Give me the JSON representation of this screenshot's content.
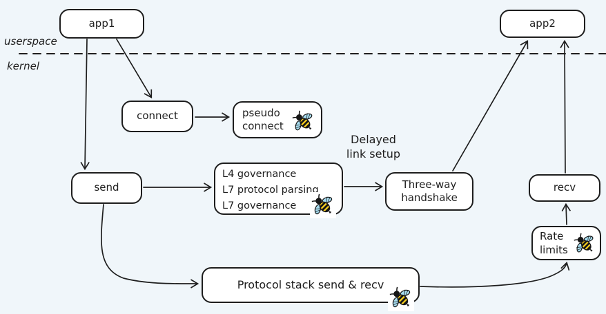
{
  "canvas": {
    "background_color": "#f0f6fa",
    "stroke_color": "#1e1e1e",
    "node_fill_color": "#ffffff",
    "bee_yellow": "#ffd21e",
    "bee_wing_blue": "#a8ddf0"
  },
  "layers": {
    "userspace_label": "userspace",
    "kernel_label": "kernel"
  },
  "nodes": {
    "app1": {
      "label": "app1"
    },
    "app2": {
      "label": "app2"
    },
    "connect": {
      "label": "connect"
    },
    "pseudo_connect": {
      "lines": [
        "pseudo",
        "connect"
      ],
      "has_bee": true
    },
    "send": {
      "label": "send"
    },
    "governance": {
      "lines": [
        "L4 governance",
        "L7 protocol parsing",
        "L7 governance"
      ],
      "has_bee": true
    },
    "three_way_handshake": {
      "lines": [
        "Three-way",
        "handshake"
      ]
    },
    "recv": {
      "label": "recv"
    },
    "rate_limits": {
      "lines": [
        "Rate",
        "limits"
      ],
      "has_bee": true
    },
    "protocol_stack": {
      "label": "Protocol stack send & recv",
      "has_bee": true
    }
  },
  "annotations": {
    "delayed_link_setup": {
      "lines": [
        "Delayed",
        "link setup"
      ]
    }
  },
  "edges": [
    {
      "from": "app1",
      "to": "send"
    },
    {
      "from": "app1",
      "to": "connect"
    },
    {
      "from": "connect",
      "to": "pseudo_connect"
    },
    {
      "from": "send",
      "to": "governance"
    },
    {
      "from": "governance",
      "to": "three_way_handshake"
    },
    {
      "from": "three_way_handshake",
      "to": "app2"
    },
    {
      "from": "recv",
      "to": "app2"
    },
    {
      "from": "rate_limits",
      "to": "recv"
    },
    {
      "from": "send",
      "to": "protocol_stack"
    },
    {
      "from": "protocol_stack",
      "to": "rate_limits"
    }
  ],
  "icons": {
    "bee": "ebpf-bee"
  }
}
